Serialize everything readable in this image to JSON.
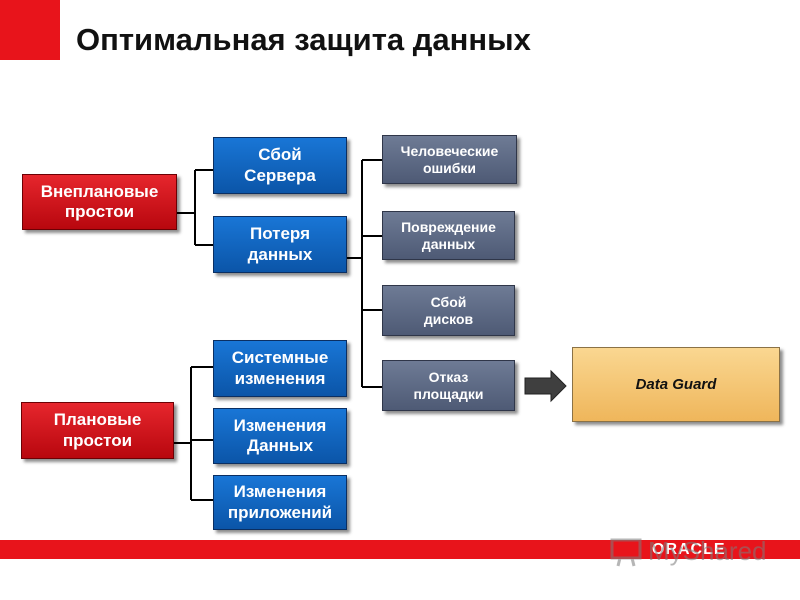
{
  "header": {
    "title": "Оптимальная защита данных"
  },
  "left": {
    "unplanned": "Внеплановые\nпростои",
    "planned": "Плановые\nпростои"
  },
  "middle": {
    "server_failure": "Сбой\nСервера",
    "data_loss": "Потеря\nданных",
    "system_changes": "Системные\nизменения",
    "data_changes": "Изменения\nДанных",
    "app_changes": "Изменения\nприложений"
  },
  "right": {
    "human_errors": "Человеческие\nошибки",
    "data_corruption": "Повреждение\nданных",
    "disk_failure": "Сбой\nдисков",
    "site_failure": "Отказ\nплощадки"
  },
  "solution": {
    "label": "Data Guard"
  },
  "footer": {
    "brand": "ORACLE",
    "watermark": "MyShared"
  },
  "colors": {
    "red": "#e8141b",
    "blue": "#0e62bf",
    "gray": "#5b6782",
    "orange": "#f6c878",
    "arrow": "#3f3f3f"
  }
}
